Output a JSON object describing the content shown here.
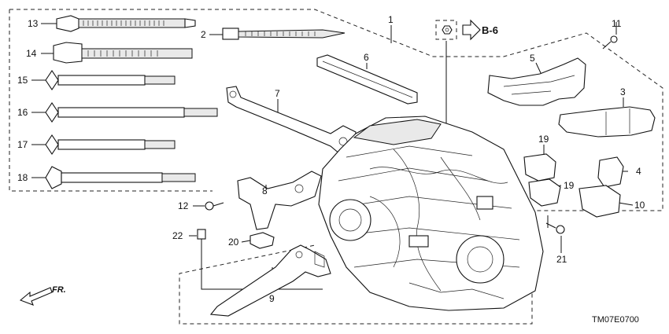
{
  "callouts": [
    "1",
    "2",
    "3",
    "4",
    "5",
    "6",
    "7",
    "8",
    "9",
    "10",
    "11",
    "12",
    "13",
    "14",
    "15",
    "16",
    "17",
    "18",
    "19",
    "19",
    "20",
    "21",
    "22"
  ],
  "reference": "B-6",
  "direction_label": "FR.",
  "diagram_code": "TM07E0700",
  "colors": {
    "line": "#111111",
    "background": "#ffffff",
    "part_fill": "#e9e9e9"
  },
  "icons": [
    "direction-arrow-icon",
    "reference-arrow-icon",
    "nut-icon"
  ]
}
